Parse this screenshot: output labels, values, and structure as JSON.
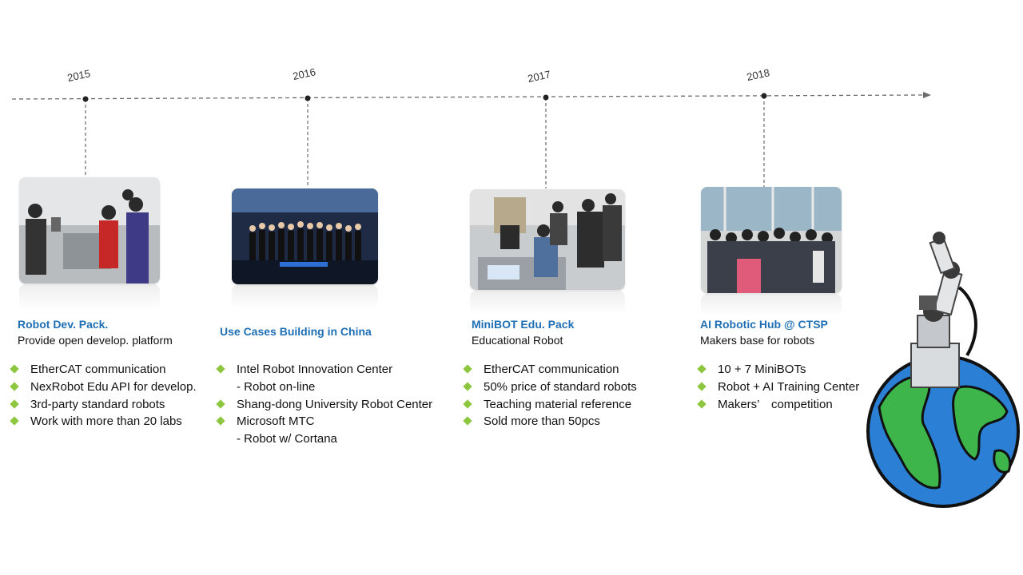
{
  "timeline": {
    "years": [
      "2015",
      "2016",
      "2017",
      "2018"
    ]
  },
  "milestones": [
    {
      "title": "Robot Dev. Pack.",
      "subtitle": "Provide open develop. platform",
      "bullets": [
        {
          "text": "EtherCAT communication",
          "cont": false
        },
        {
          "text": "NexRobot Edu API for develop.",
          "cont": false
        },
        {
          "text": "3rd-party standard robots",
          "cont": false
        },
        {
          "text": "Work with more than 20 labs",
          "cont": false
        }
      ]
    },
    {
      "title": "Use Cases Building in China",
      "subtitle": "",
      "bullets": [
        {
          "text": "Intel Robot Innovation Center",
          "cont": false
        },
        {
          "text": "- Robot on-line",
          "cont": true
        },
        {
          "text": "Shang-dong University Robot Center",
          "cont": false
        },
        {
          "text": "Microsoft MTC",
          "cont": false
        },
        {
          "text": "- Robot w/ Cortana",
          "cont": true
        }
      ]
    },
    {
      "title": "MiniBOT Edu. Pack",
      "subtitle": "Educational Robot",
      "bullets": [
        {
          "text": "EtherCAT communication",
          "cont": false
        },
        {
          "text": "50% price of standard robots",
          "cont": false
        },
        {
          "text": "Teaching material reference",
          "cont": false
        },
        {
          "text": "Sold more than 50pcs",
          "cont": false
        }
      ]
    },
    {
      "title": "AI Robotic Hub @ CTSP",
      "subtitle": "Makers base for robots",
      "bullets": [
        {
          "text": "10 + 7 MiniBOTs",
          "cont": false
        },
        {
          "text": "Robot + AI Training Center",
          "cont": false
        },
        {
          "text": "Makers’　competition",
          "cont": false
        }
      ]
    }
  ],
  "colors": {
    "title": "#1f6fb5",
    "bullet": "#8dc63f",
    "timeline": "#6b6b6b"
  }
}
